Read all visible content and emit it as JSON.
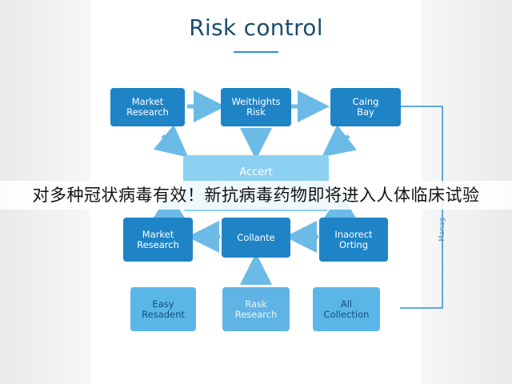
{
  "diagram": {
    "title": "Risk control",
    "row1": [
      "Market\nResearch",
      "Weithights\nRisk",
      "Caing\nBay"
    ],
    "accept": "Accert",
    "row2": [
      "Market\nResearch",
      "Collante",
      "Inaorect\nOrting"
    ],
    "row3": [
      "Easy\nResadent",
      "Rask\nResearch",
      "All\nCollection"
    ],
    "side_label": "Manag",
    "colors": {
      "dark_box": "#1f84c6",
      "light_box": "#5bb6e8",
      "accept_box": "#8cd0f2",
      "title": "#1b4d6e"
    }
  },
  "overlay": {
    "banner_text": "对多种冠状病毒有效！新抗病毒药物即将进入人体临床试验"
  }
}
